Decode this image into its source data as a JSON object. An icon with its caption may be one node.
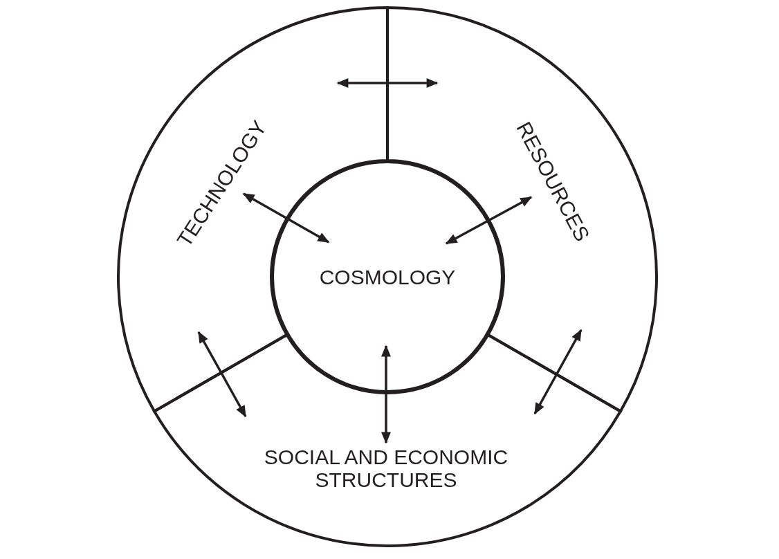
{
  "diagram": {
    "nodes": [
      {
        "text": [
          "TECHNOLOGY"
        ]
      },
      {
        "text": [
          "RESOURCES"
        ]
      },
      {
        "text": [
          "COSMOLOGY"
        ]
      },
      {
        "text": [
          "SOCIAL AND ECONOMIC STRUCTURES"
        ]
      }
    ],
    "edges": [
      {
        "from": 0,
        "to": 2,
        "arrow": "both"
      },
      {
        "from": 1,
        "to": 2,
        "arrow": "both"
      },
      {
        "from": 3,
        "to": 2,
        "arrow": "both"
      },
      {
        "from": 0,
        "to": 1,
        "arrow": "both"
      },
      {
        "from": 0,
        "to": 3,
        "arrow": "both"
      },
      {
        "from": 1,
        "to": 3,
        "arrow": "both"
      }
    ]
  }
}
